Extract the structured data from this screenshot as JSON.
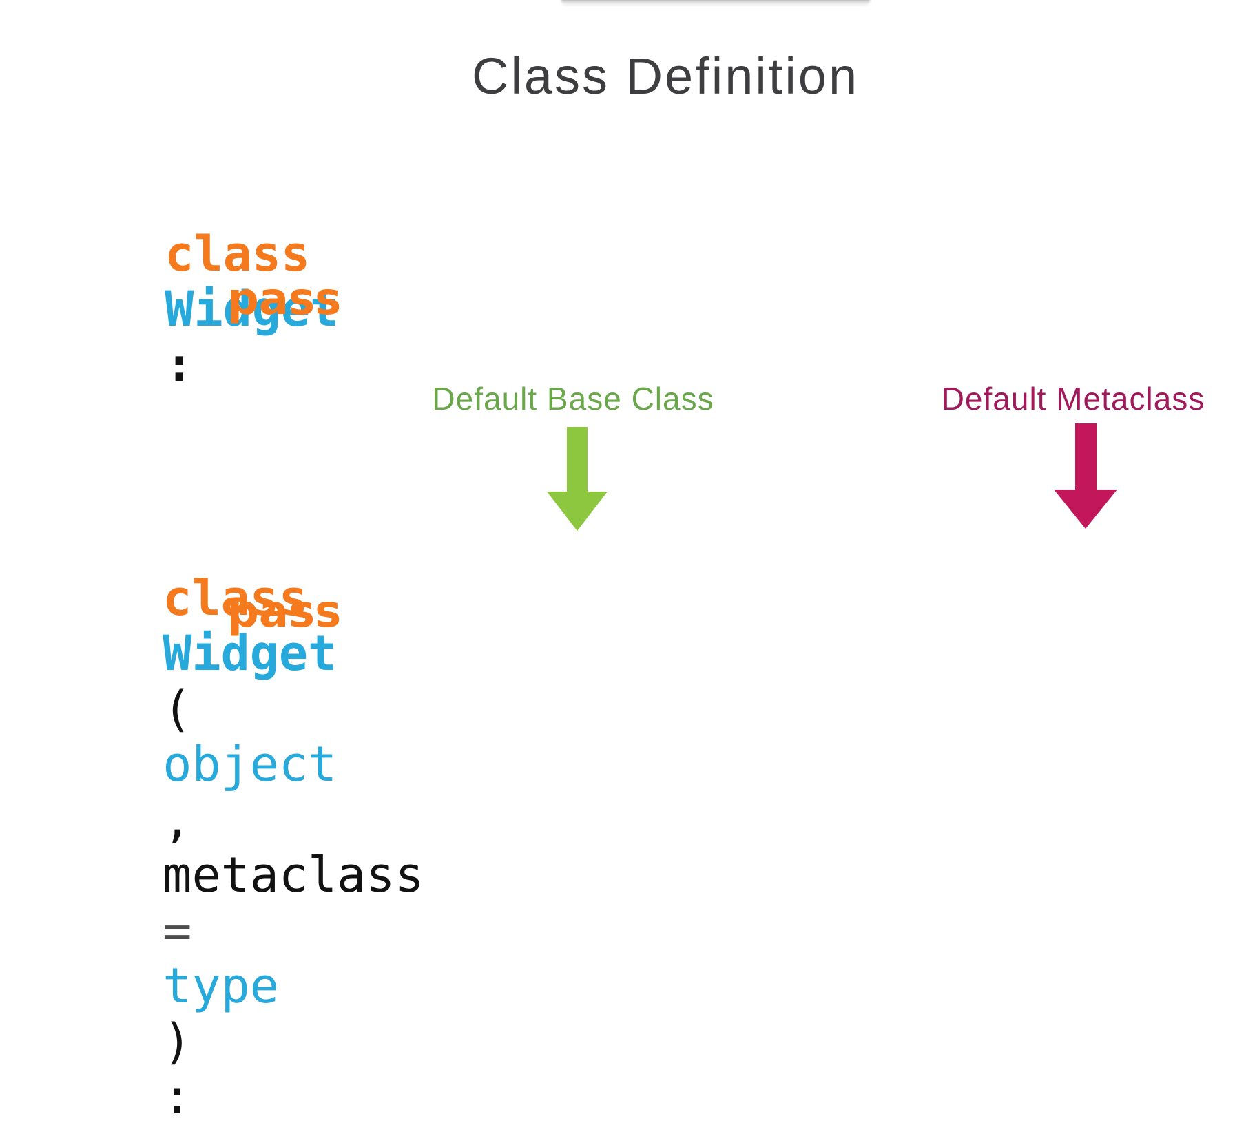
{
  "colors": {
    "keyword-orange": "#F5791D",
    "class-blue": "#27A9DB",
    "code-black": "#121212",
    "operator-gray": "#4D4D4D",
    "label-green": "#69A74A",
    "arrow-green": "#8DC63F",
    "label-magenta": "#A2195B",
    "arrow-magenta": "#C2185B",
    "title-gray": "#3E3E40"
  },
  "title": "Class Definition",
  "code": {
    "line1": {
      "keyword": "class ",
      "class_name": "Widget",
      "colon": ":"
    },
    "pass1": "pass",
    "line2": {
      "keyword": "class ",
      "class_name": "Widget",
      "open_paren": "(",
      "base_class": "object",
      "comma": ", ",
      "param_name": "metaclass",
      "equals": "=",
      "param_value": "type",
      "close_paren": ")",
      "colon": ":"
    },
    "pass2": "pass"
  },
  "annotations": {
    "base_class_label": "Default Base Class",
    "metaclass_label": "Default Metaclass"
  }
}
